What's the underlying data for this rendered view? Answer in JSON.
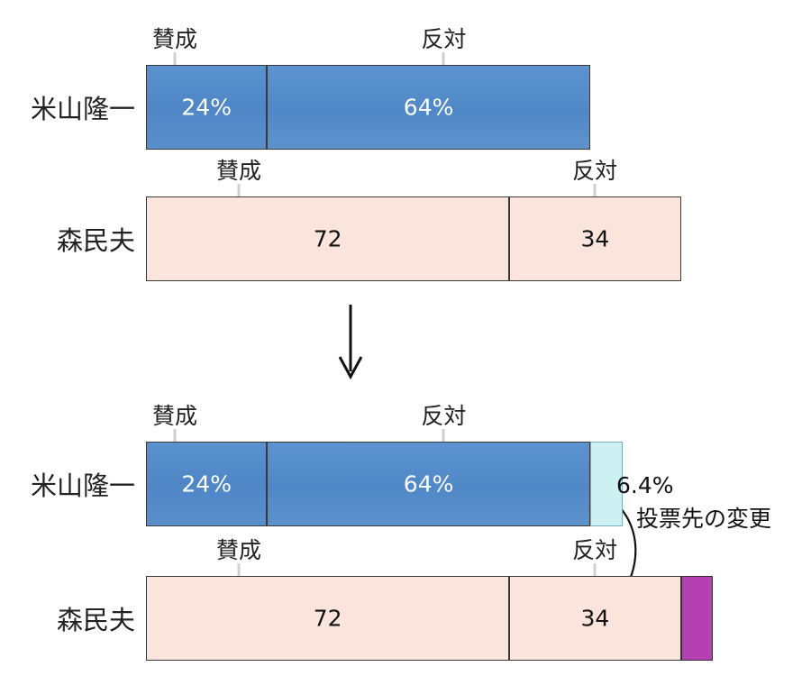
{
  "chart_data": [
    {
      "type": "bar",
      "orientation": "horizontal",
      "stacked": true,
      "panel": "before",
      "rows": [
        {
          "name": "米山隆一",
          "segments": [
            {
              "label": "賛成",
              "value": 24,
              "display": "24%",
              "color": "#5a8fcb"
            },
            {
              "label": "反対",
              "value": 64,
              "display": "64%",
              "color": "#528ac8"
            }
          ]
        },
        {
          "name": "森民夫",
          "segments": [
            {
              "label": "賛成",
              "value": 72,
              "display": "72",
              "color": "#fbe4dc"
            },
            {
              "label": "反対",
              "value": 34,
              "display": "34",
              "color": "#fbe4dc"
            }
          ]
        }
      ]
    },
    {
      "type": "bar",
      "orientation": "horizontal",
      "stacked": true,
      "panel": "after",
      "rows": [
        {
          "name": "米山隆一",
          "segments": [
            {
              "label": "賛成",
              "value": 24,
              "display": "24%",
              "color": "#5a8fcb"
            },
            {
              "label": "反対",
              "value": 64,
              "display": "64%",
              "color": "#528ac8"
            },
            {
              "label": "",
              "value": 6.4,
              "display": "",
              "color": "#cdf1f3"
            }
          ]
        },
        {
          "name": "森民夫",
          "segments": [
            {
              "label": "賛成",
              "value": 72,
              "display": "72",
              "color": "#fbe4dc"
            },
            {
              "label": "反対",
              "value": 34,
              "display": "34",
              "color": "#fbe4dc"
            },
            {
              "label": "",
              "value": 6.4,
              "display": "",
              "color": "#b540b4"
            }
          ]
        }
      ],
      "annotation": {
        "value": "6.4%",
        "text": "投票先の変更"
      }
    }
  ]
}
